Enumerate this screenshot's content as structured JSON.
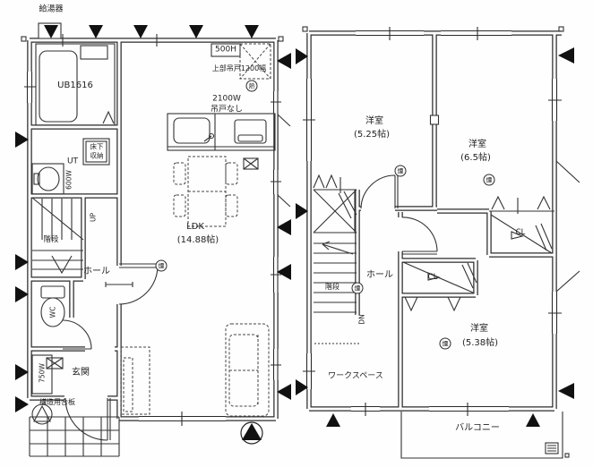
{
  "floor1": {
    "water_heater": "給湯器",
    "unit_bath": "UB1616",
    "hood_height": "500H",
    "upper_cabinet": "上部吊戸1200幅",
    "kitchen_width": "2100W",
    "kitchen_note": "吊戸なし",
    "floor_storage_line1": "床下",
    "floor_storage_line2": "収納",
    "utility": "UT",
    "basin_width": "600W",
    "stairs_up": "UP",
    "stairs": "階段",
    "hall": "ホール",
    "ldk": "LDK",
    "ldk_size": "(14.88帖)",
    "wc": "WC",
    "entrance": "玄関",
    "shoe_cabinet_width": "750W",
    "plywood_note": "構造用合板",
    "heat_detector": "熱",
    "smoke_detector": "煙"
  },
  "floor2": {
    "room1": "洋室",
    "room1_size": "(5.25帖)",
    "room2": "洋室",
    "room2_size": "(6.5帖)",
    "room3": "洋室",
    "room3_size": "(5.38帖)",
    "closet_center": "CL",
    "closet_right": "CL",
    "hall": "ホール",
    "stairs": "階段",
    "stairs_down": "DN",
    "workspace": "ワークスペース",
    "balcony": "バルコニー",
    "smoke_detector": "煙"
  }
}
